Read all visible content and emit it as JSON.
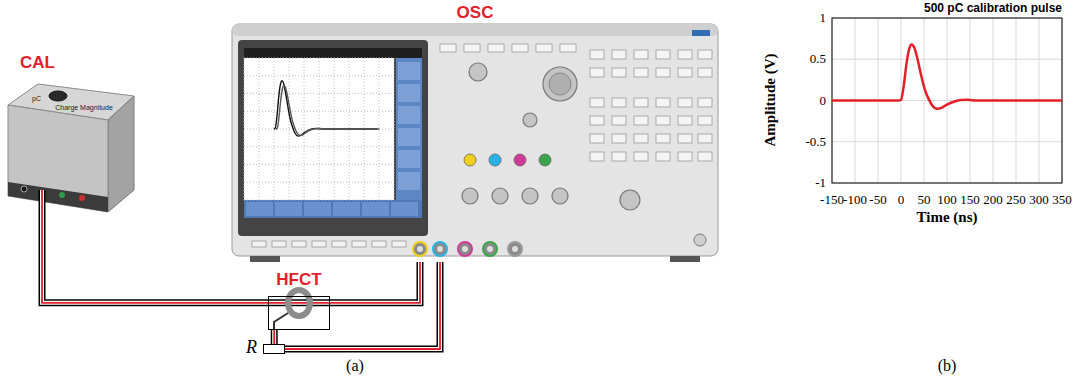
{
  "diagram": {
    "nodes": [
      {
        "text": [
          "CAL"
        ]
      },
      {
        "text": [
          "OSC"
        ]
      },
      {
        "text": [
          "HFCT"
        ]
      },
      {
        "text": [
          "R"
        ]
      }
    ],
    "edges": [
      {
        "from": 0,
        "to": 2,
        "arrow": "none"
      },
      {
        "from": 2,
        "to": 1,
        "arrow": "none"
      },
      {
        "from": 2,
        "to": 3,
        "arrow": "none"
      },
      {
        "from": 3,
        "to": 1,
        "arrow": "none"
      }
    ],
    "labels": [
      "pC",
      "Charge Magnitude",
      "(a)",
      "500 pC calibration pulse",
      "Amplitude (V)",
      "Time (ns)",
      "1",
      "0.5",
      "0",
      "-0.5",
      "-1",
      "-150",
      "-100",
      "-50",
      "0",
      "50",
      "100",
      "150",
      "200",
      "250",
      "300",
      "350",
      "(b)"
    ]
  }
}
